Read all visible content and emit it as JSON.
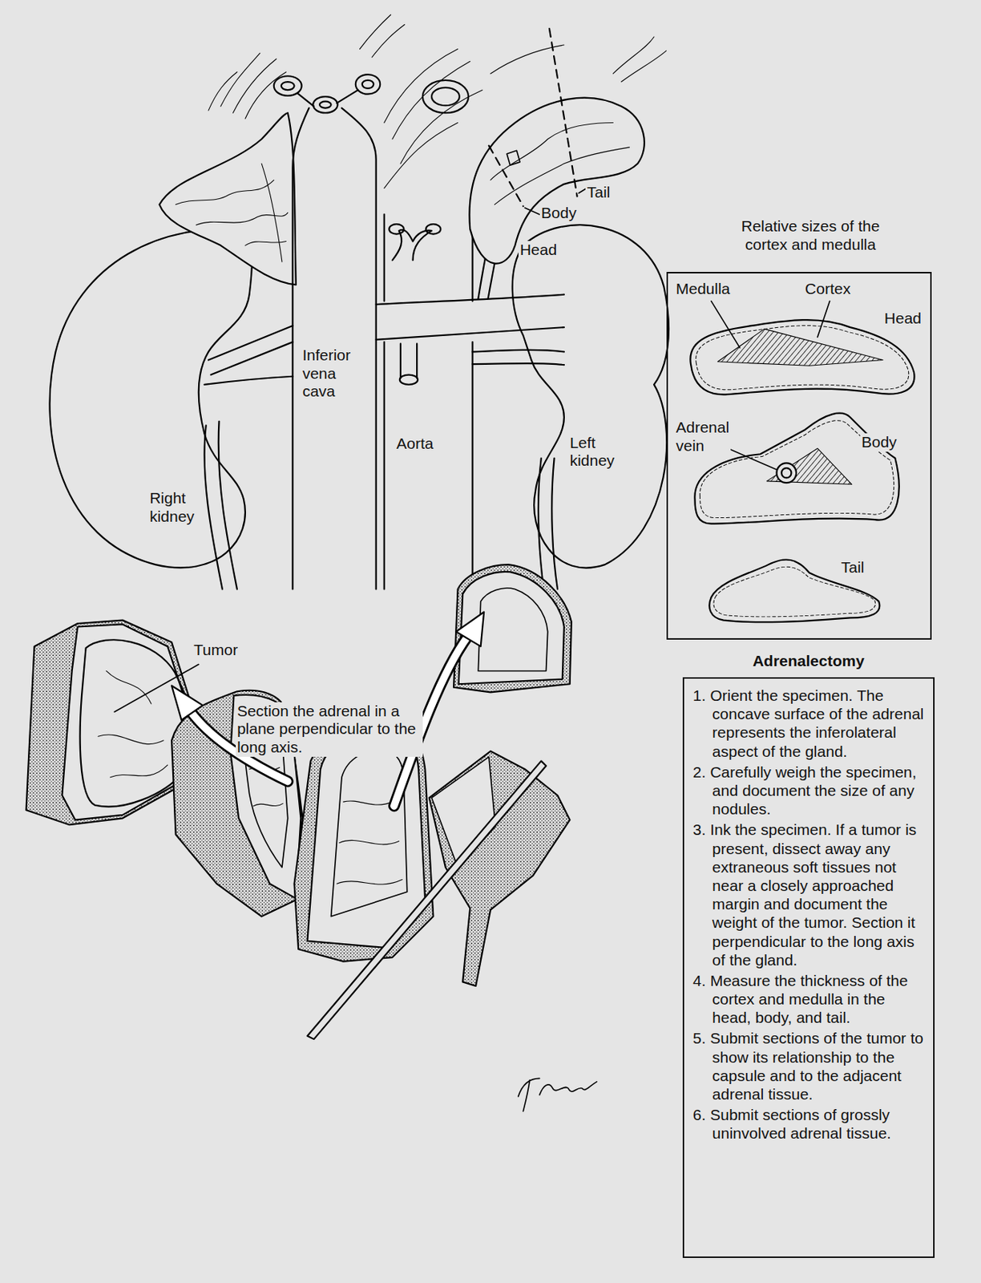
{
  "diagram": {
    "nodes": [
      {
        "text": [
          "Relative sizes of the cortex and medulla",
          "Medulla",
          "Cortex",
          "Head",
          "Adrenal vein",
          "Body",
          "Tail"
        ]
      },
      {
        "text": [
          "Adrenalectomy",
          "1. Orient the specimen. The concave surface of the adrenal represents the inferolateral aspect of the gland.",
          "2. Carefully weigh the specimen, and document the size of any nodules.",
          "3. Ink the specimen. If a tumor is present, dissect away any extraneous soft tissues not near a closely approached margin and document the weight of the tumor. Section it perpendicular to the long axis of the gland.",
          "4. Measure the thickness of the cortex and medulla in the head, body, and tail.",
          "5. Submit sections of the tumor to show its relationship to the capsule and to the adjacent adrenal tissue.",
          "6. Submit sections of grossly uninvolved adrenal tissue."
        ]
      }
    ],
    "labels": [
      "Tail",
      "Body",
      "Head",
      "Inferior vena cava",
      "Aorta",
      "Left kidney",
      "Right kidney",
      "Tumor",
      "Section the adrenal in a plane perpendicular to the long axis."
    ]
  }
}
